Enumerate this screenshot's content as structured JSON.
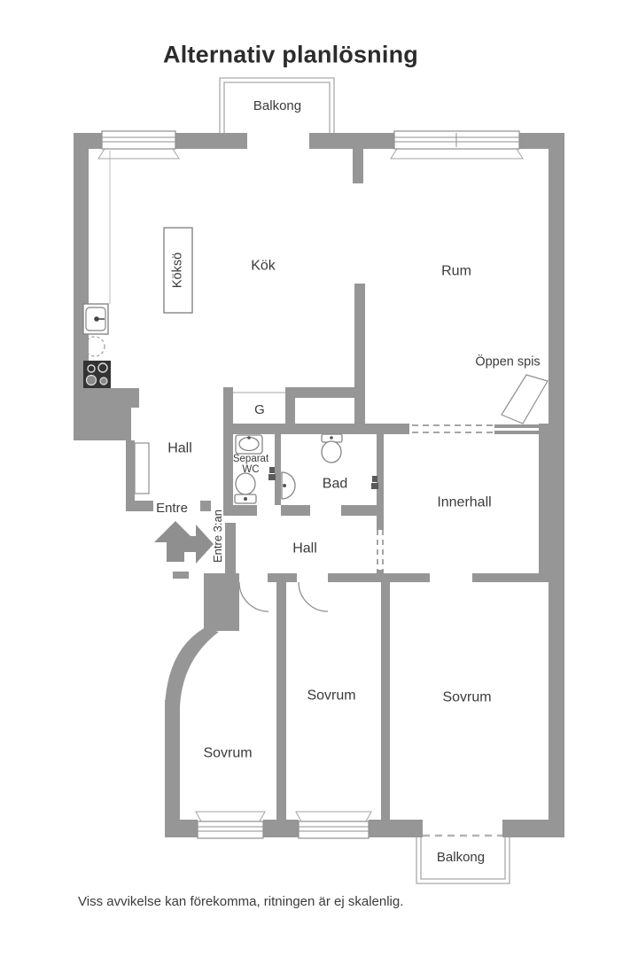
{
  "title": "Alternativ planlösning",
  "plan": {
    "balcony_top": "Balkong",
    "balcony_bottom": "Balkong",
    "kitchen_island": "Köksö",
    "kitchen": "Kök",
    "room": "Rum",
    "fireplace": "Öppen spis",
    "hall_upper": "Hall",
    "wardrobe": "G",
    "separate_wc": "Separat WC",
    "bathroom": "Bad",
    "inner_hall": "Innerhall",
    "entrance": "Entre",
    "entrance_3": "Entre 3:an",
    "hall_lower": "Hall",
    "bedroom_left": "Sovrum",
    "bedroom_middle": "Sovrum",
    "bedroom_right": "Sovrum"
  },
  "footer": {
    "disclaimer": "Viss avvikelse kan förekomma, ritningen är ej skalenlig."
  },
  "colors": {
    "wall": "#969696",
    "fixture_outline": "#858585",
    "label_text": "#3b3b3b",
    "title_text": "#2c2c2c",
    "stove": "#333333"
  }
}
